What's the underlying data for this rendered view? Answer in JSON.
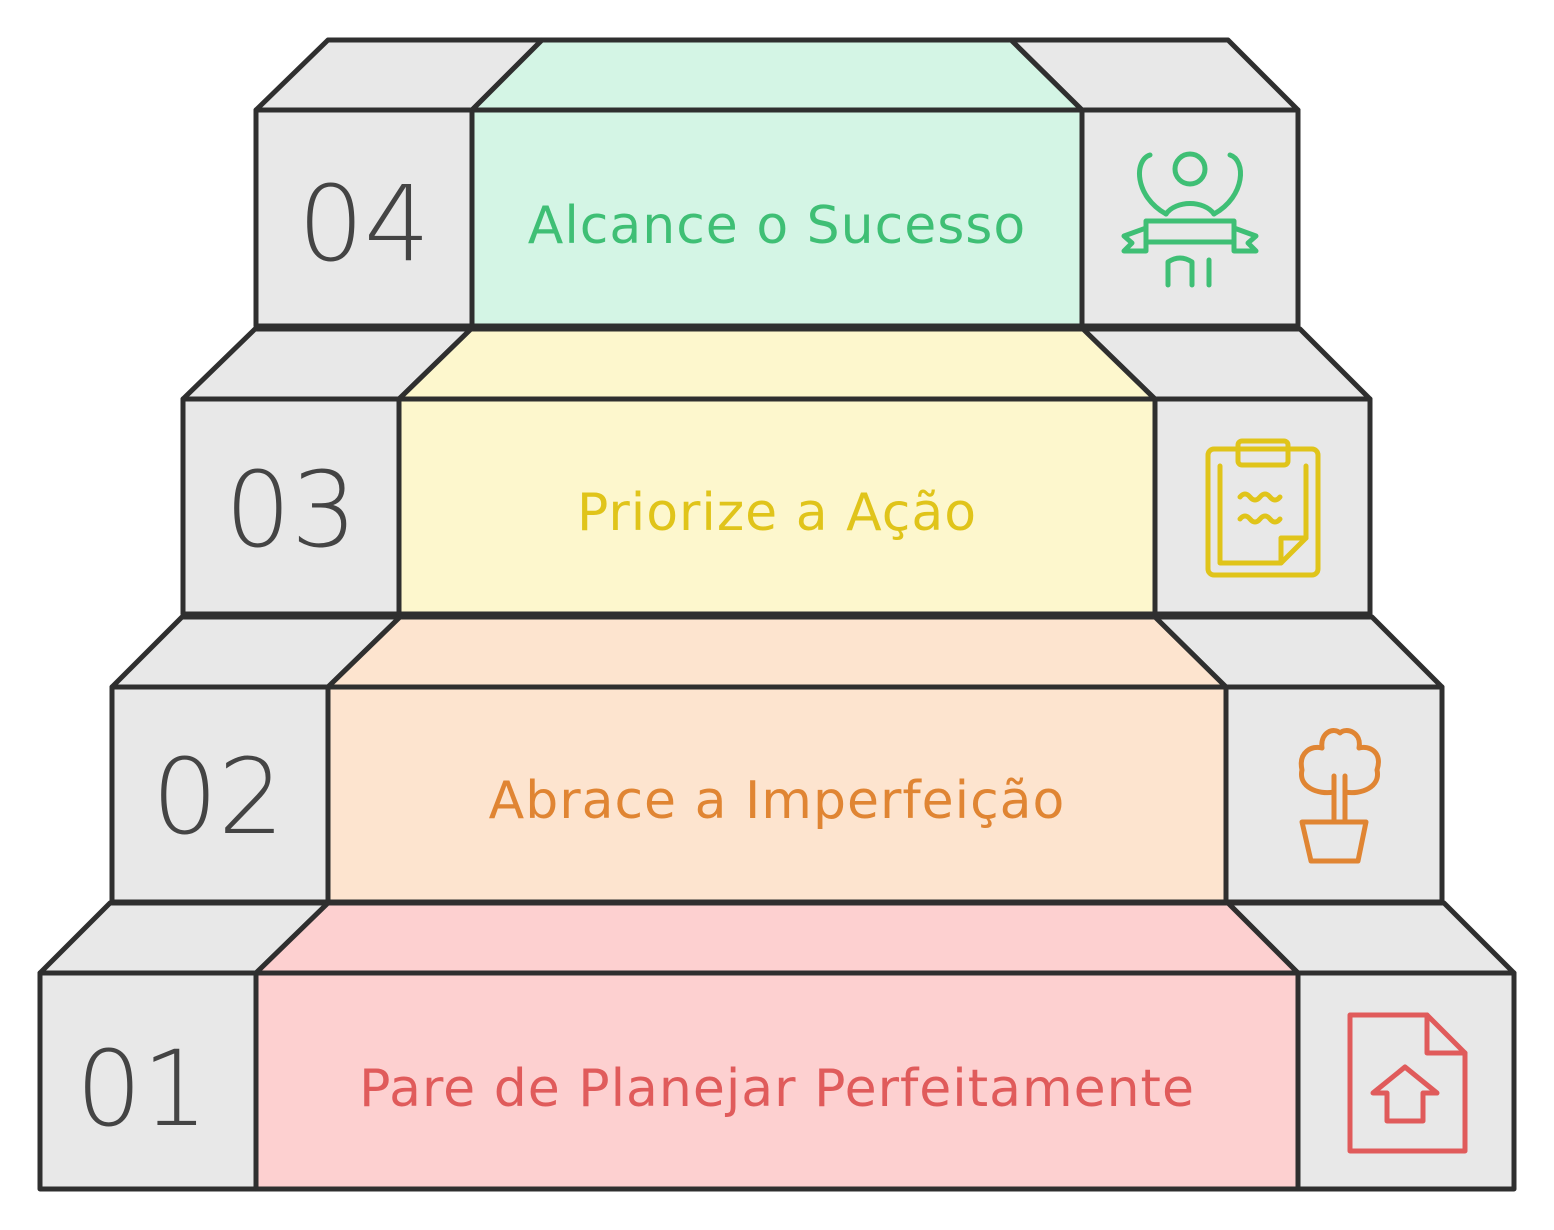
{
  "steps": [
    {
      "number": "01",
      "label": "Pare de Planejar Perfeitamente",
      "icon": "document-home-icon",
      "color": "#e05b5b",
      "fill": "#fdd0d0"
    },
    {
      "number": "02",
      "label": "Abrace a Imperfeição",
      "icon": "potted-plant-icon",
      "color": "#e08533",
      "fill": "#fde4cf"
    },
    {
      "number": "03",
      "label": "Priorize a Ação",
      "icon": "clipboard-icon",
      "color": "#e0c41a",
      "fill": "#fdf7cd"
    },
    {
      "number": "04",
      "label": "Alcance o Sucesso",
      "icon": "celebrating-person-icon",
      "color": "#3fbf75",
      "fill": "#d4f5e5"
    }
  ],
  "side_fill": "#e8e8e8"
}
